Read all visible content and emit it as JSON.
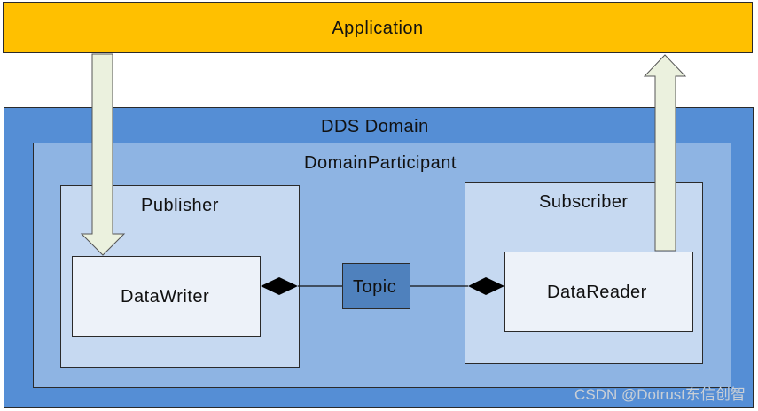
{
  "application": {
    "label": "Application"
  },
  "domain": {
    "label": "DDS Domain"
  },
  "participant": {
    "label": "DomainParticipant"
  },
  "publisher": {
    "label": "Publisher"
  },
  "subscriber": {
    "label": "Subscriber"
  },
  "data_writer": {
    "label": "DataWriter"
  },
  "data_reader": {
    "label": "DataReader"
  },
  "topic": {
    "label": "Topic"
  },
  "watermark": {
    "text": "CSDN @Dotrust东信创智"
  },
  "colors": {
    "application_fill": "#ffc000",
    "domain_fill": "#558ed5",
    "participant_fill": "#8eb4e3",
    "entity_fill": "#c6d9f1",
    "endpoint_fill": "#edf2f9",
    "topic_fill": "#4f81bd",
    "arrow_fill": "#ebf1de"
  }
}
